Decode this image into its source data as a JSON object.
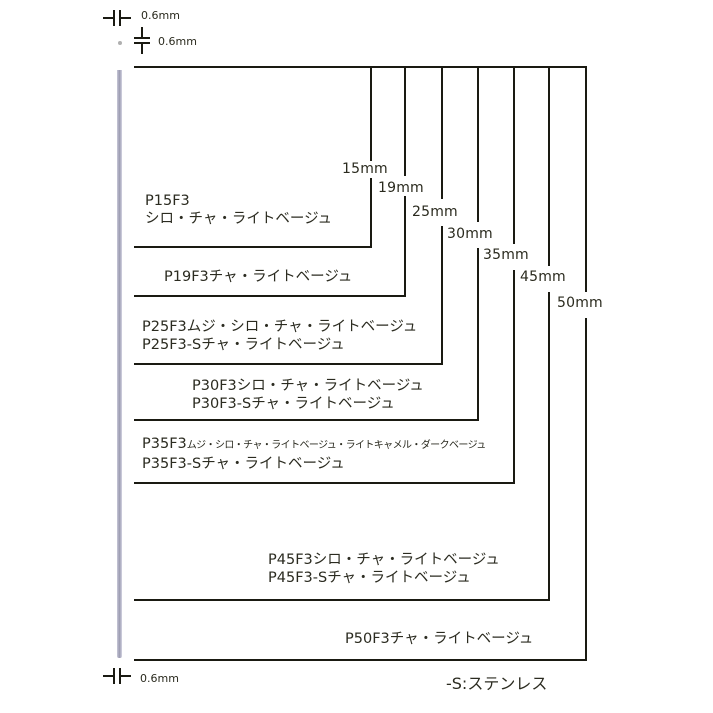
{
  "thickness": {
    "top_width": "0.6mm",
    "top_height": "0.6mm",
    "bottom_width": "0.6mm"
  },
  "lengths": [
    "15mm",
    "19mm",
    "25mm",
    "30mm",
    "35mm",
    "45mm",
    "50mm"
  ],
  "products": [
    {
      "length": "15mm",
      "lines": [
        "P15F3",
        "シロ・チャ・ライトベージュ"
      ]
    },
    {
      "length": "19mm",
      "lines": [
        "P19F3チャ・ライトベージュ"
      ]
    },
    {
      "length": "25mm",
      "lines": [
        "P25F3ムジ・シロ・チャ・ライトベージュ",
        "P25F3-Sチャ・ライトベージュ"
      ]
    },
    {
      "length": "30mm",
      "lines": [
        "P30F3シロ・チャ・ライトベージュ",
        "P30F3-Sチャ・ライトベージュ"
      ]
    },
    {
      "length": "35mm",
      "lines_prefix": "P35F3",
      "lines_small": "ムジ・シロ・チャ・ライトベージュ・ライトキャメル・ダークベージュ",
      "line2": "P35F3-Sチャ・ライトベージュ"
    },
    {
      "length": "45mm",
      "lines": [
        "P45F3シロ・チャ・ライトベージュ",
        "P45F3-Sチャ・ライトベージュ"
      ]
    },
    {
      "length": "50mm",
      "lines": [
        "P50F3チャ・ライトベージュ"
      ]
    }
  ],
  "legend": "-S:ステンレス"
}
